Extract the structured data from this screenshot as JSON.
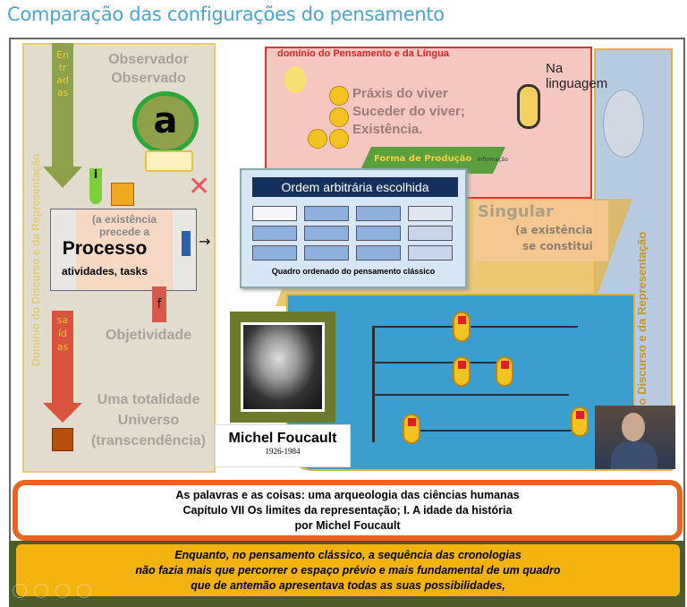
{
  "title": "Comparação das configurações do pensamento",
  "left_panel": {
    "vertical_label": "Domínio do Discurso e da Representação",
    "entradas": "Entradas",
    "saidas": "saídas",
    "circle_letter": "a",
    "obs_line1": "Observador",
    "obs_line2": "Observado",
    "label_i": "i",
    "label_f": "f",
    "process_sub1": "(a existência",
    "process_sub2": "precede a",
    "process_title": "Processo",
    "process_tasks": "atividades, tasks",
    "objetividade": "Objetividade",
    "totalidade": "Uma totalidade",
    "universo": "Universo",
    "transcendencia": "(transcendência)"
  },
  "top_right": {
    "domain_label": "domínio do Pensamento e da Língua",
    "praxis1": "Práxis do viver",
    "praxis2": "Suceder do viver;",
    "praxis3": "Existência.",
    "forma": "Forma de Produção",
    "informacao": "Informação",
    "linguagem": "Na linguagem"
  },
  "middle_right": {
    "singular": "Singular",
    "existencia1": "(a existência",
    "existencia2": "se constitui"
  },
  "right_column": {
    "vertical_label": "Domínio do Discurso e da Representação"
  },
  "popup": {
    "header": "Ordem arbitrária escolhida",
    "caption": "Quadro ordenado do pensamento clássico"
  },
  "portrait": {
    "name": "Michel Foucault",
    "dates": "1926-1984"
  },
  "book_box": {
    "line1": "As palavras e as coisas: uma arqueologia das ciências humanas",
    "line2": "Capítulo VII Os limites da representação; I. A idade da história",
    "line3": "por Michel Foucault"
  },
  "quote": {
    "line1": "Enquanto, no pensamento clássico, a sequência das cronologias",
    "line2": "não fazia mais que percorrer o espaço prévio e mais fundamental de um quadro",
    "line3": "que de antemão apresentava todas as suas possibilidades,"
  },
  "colors": {
    "title": "#4aa6cc",
    "orange": "#e8651d",
    "yellow": "#f4b20f",
    "navy": "#14315e",
    "water": "#3a9fcf"
  }
}
